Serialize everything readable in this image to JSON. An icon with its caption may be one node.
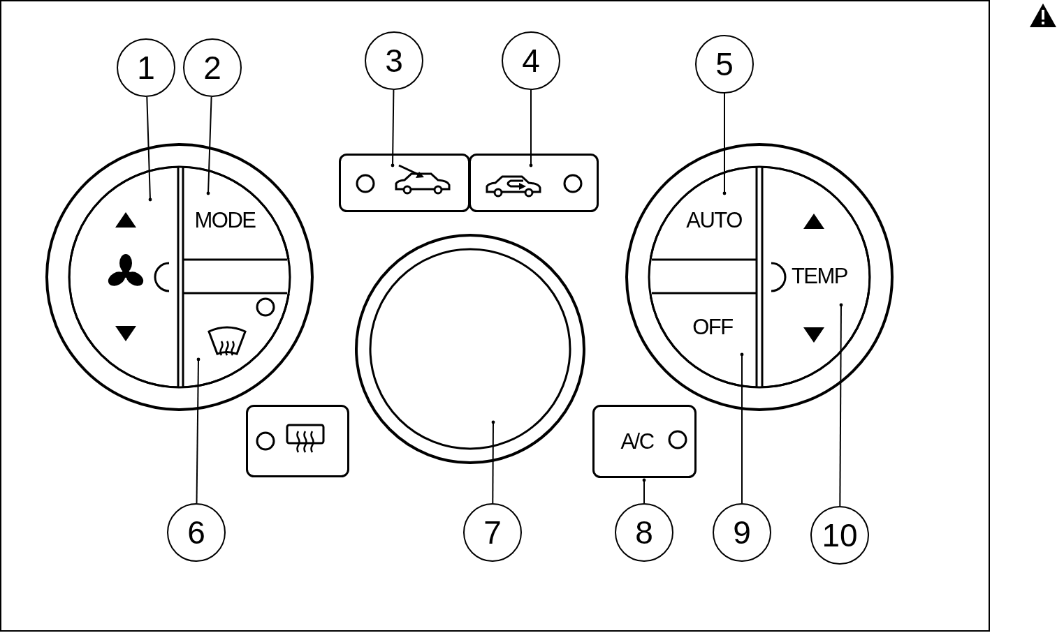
{
  "diagram": {
    "nodes": [
      {
        "text": [
          "1"
        ]
      },
      {
        "text": [
          "2"
        ]
      },
      {
        "text": [
          "3"
        ]
      },
      {
        "text": [
          "4"
        ]
      },
      {
        "text": [
          "5"
        ]
      },
      {
        "text": [
          "6"
        ]
      },
      {
        "text": [
          "7"
        ]
      },
      {
        "text": [
          "8"
        ]
      },
      {
        "text": [
          "9"
        ]
      },
      {
        "text": [
          "10"
        ]
      },
      {
        "text": [],
        "shape": "button"
      },
      {
        "text": [
          "MODE"
        ]
      },
      {
        "text": [],
        "shape": "button"
      },
      {
        "text": [],
        "shape": "button"
      },
      {
        "text": [
          "AUTO"
        ]
      },
      {
        "text": [],
        "shape": "button"
      },
      {
        "text": [],
        "shape": "circle"
      },
      {
        "text": [
          "A/C"
        ]
      },
      {
        "text": [
          "OFF"
        ]
      },
      {
        "text": [
          "TEMP"
        ]
      },
      {
        "text": [],
        "shape": "button"
      }
    ],
    "edges": [
      {
        "from": 0,
        "to": 10,
        "arrow": "other"
      },
      {
        "from": 1,
        "to": 11,
        "arrow": "other"
      },
      {
        "from": 2,
        "to": 12,
        "arrow": "other"
      },
      {
        "from": 3,
        "to": 13,
        "arrow": "other"
      },
      {
        "from": 4,
        "to": 14,
        "arrow": "other"
      },
      {
        "from": 5,
        "to": 15,
        "arrow": "other"
      },
      {
        "from": 6,
        "to": 16,
        "arrow": "other"
      },
      {
        "from": 7,
        "to": 17,
        "arrow": "other"
      },
      {
        "from": 8,
        "to": 18,
        "arrow": "other"
      },
      {
        "from": 9,
        "to": 19,
        "arrow": "other"
      }
    ]
  }
}
